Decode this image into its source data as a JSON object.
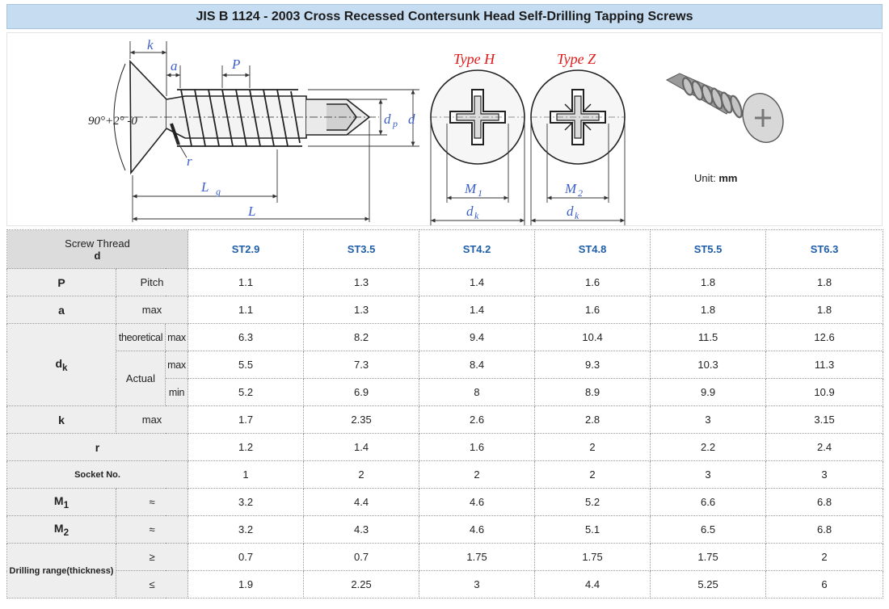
{
  "title": "JIS B 1124 - 2003 Cross Recessed Contersunk Head Self-Drilling Tapping Screws",
  "figure": {
    "labels": {
      "k": "k",
      "a": "a",
      "P": "P",
      "angle": "90°+2° -0",
      "r": "r",
      "Lg": "L",
      "Lg_sub": "g",
      "L": "L",
      "dp": "d",
      "dp_sub": "p",
      "d": "d",
      "typeH": "Type H",
      "typeZ": "Type Z",
      "M1": "M",
      "M1_sub": "1",
      "M2": "M",
      "M2_sub": "2",
      "dk": "d",
      "dk_sub": "k"
    },
    "unit_prefix": "Unit: ",
    "unit_value": "mm",
    "colors": {
      "label_blue": "#3b5fc8",
      "type_red": "#e01818"
    }
  },
  "table": {
    "header": {
      "line1": "Screw Thread",
      "line2": "d"
    },
    "sizes": [
      "ST2.9",
      "ST3.5",
      "ST4.2",
      "ST4.8",
      "ST5.5",
      "ST6.3"
    ],
    "rows": {
      "P": {
        "sym": "P",
        "desc": "Pitch",
        "values": [
          "1.1",
          "1.3",
          "1.4",
          "1.6",
          "1.8",
          "1.8"
        ]
      },
      "a": {
        "sym": "a",
        "desc": "max",
        "values": [
          "1.1",
          "1.3",
          "1.4",
          "1.6",
          "1.8",
          "1.8"
        ]
      },
      "dk": {
        "sym": "d",
        "sym_sub": "k",
        "theoretical": "theoretical",
        "actual": "Actual",
        "theo_max_label": "max",
        "max_label": "max",
        "min_label": "min",
        "theo_max": [
          "6.3",
          "8.2",
          "9.4",
          "10.4",
          "11.5",
          "12.6"
        ],
        "act_max": [
          "5.5",
          "7.3",
          "8.4",
          "9.3",
          "10.3",
          "11.3"
        ],
        "act_min": [
          "5.2",
          "6.9",
          "8",
          "8.9",
          "9.9",
          "10.9"
        ]
      },
      "k": {
        "sym": "k",
        "desc": "max",
        "values": [
          "1.7",
          "2.35",
          "2.6",
          "2.8",
          "3",
          "3.15"
        ]
      },
      "r": {
        "sym": "r",
        "values": [
          "1.2",
          "1.4",
          "1.6",
          "2",
          "2.2",
          "2.4"
        ]
      },
      "socket": {
        "label": "Socket No.",
        "values": [
          "1",
          "2",
          "2",
          "2",
          "3",
          "3"
        ]
      },
      "M1": {
        "sym": "M",
        "sym_sub": "1",
        "desc": "≈",
        "values": [
          "3.2",
          "4.4",
          "4.6",
          "5.2",
          "6.6",
          "6.8"
        ]
      },
      "M2": {
        "sym": "M",
        "sym_sub": "2",
        "desc": "≈",
        "values": [
          "3.2",
          "4.3",
          "4.6",
          "5.1",
          "6.5",
          "6.8"
        ]
      },
      "drill": {
        "label": "Drilling range(thickness)",
        "ge": "≥",
        "le": "≤",
        "ge_values": [
          "0.7",
          "0.7",
          "1.75",
          "1.75",
          "1.75",
          "2"
        ],
        "le_values": [
          "1.9",
          "2.25",
          "3",
          "4.4",
          "5.25",
          "6"
        ]
      }
    }
  }
}
